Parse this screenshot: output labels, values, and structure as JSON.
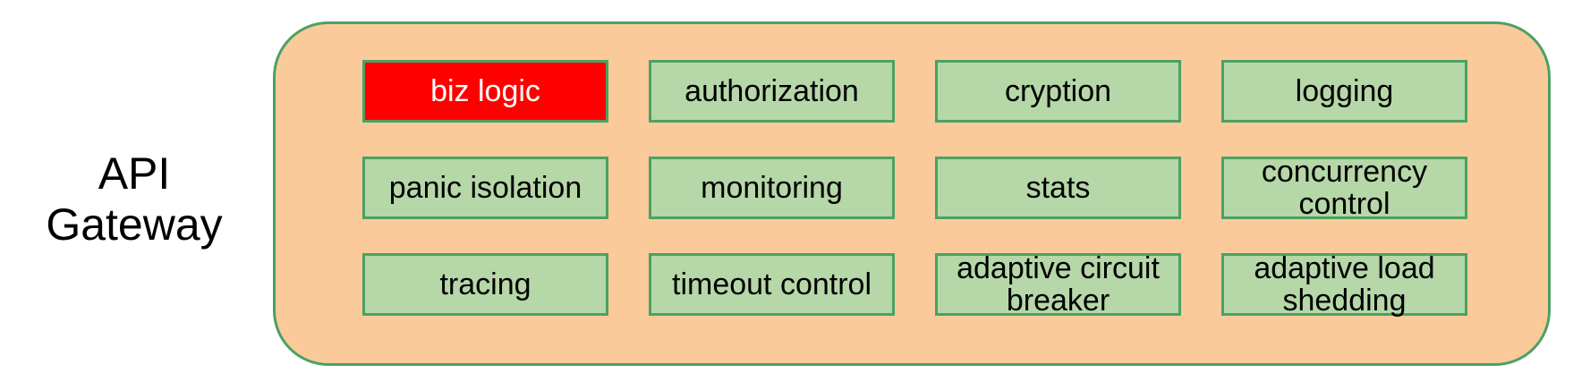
{
  "title": {
    "line1": "API",
    "line2": "Gateway"
  },
  "colors": {
    "container_fill": "#FBCA9B",
    "container_border": "#4BA163",
    "box_fill": "#B6D7A8",
    "box_border": "#4BA163",
    "highlight_fill": "#FF0000",
    "highlight_text": "#FFFFFF",
    "text": "#000000"
  },
  "modules": [
    {
      "label": "biz logic",
      "highlight": true
    },
    {
      "label": "authorization",
      "highlight": false
    },
    {
      "label": "cryption",
      "highlight": false
    },
    {
      "label": "logging",
      "highlight": false
    },
    {
      "label": "panic isolation",
      "highlight": false
    },
    {
      "label": "monitoring",
      "highlight": false
    },
    {
      "label": "stats",
      "highlight": false
    },
    {
      "label": "concurrency control",
      "highlight": false
    },
    {
      "label": "tracing",
      "highlight": false
    },
    {
      "label": "timeout control",
      "highlight": false
    },
    {
      "label": "adaptive circuit breaker",
      "highlight": false
    },
    {
      "label": "adaptive load shedding",
      "highlight": false
    }
  ]
}
